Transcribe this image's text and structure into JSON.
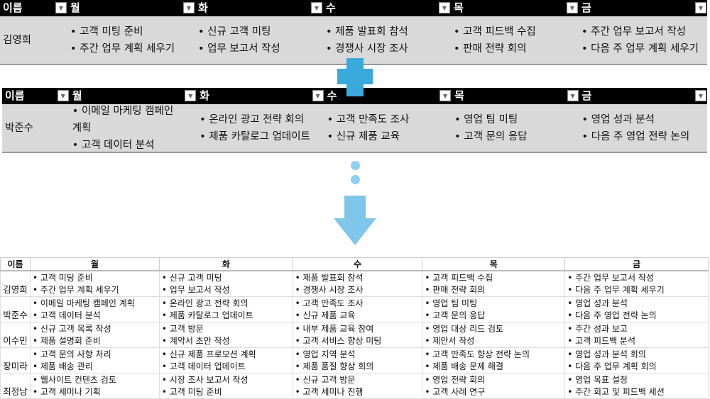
{
  "headers": [
    "이름",
    "월",
    "화",
    "수",
    "목",
    "금"
  ],
  "table1": {
    "name": "김영희",
    "cells": [
      [
        "• 고객 미팅 준비",
        "• 주간 업무 계획 세우기"
      ],
      [
        "• 신규 고객 미팅",
        "• 업무 보고서 작성"
      ],
      [
        "• 제품 발표회 참석",
        "• 경쟁사 시장 조사"
      ],
      [
        "• 고객 피드백 수집",
        "• 판매 전략 회의"
      ],
      [
        "• 주간 업무 보고서 작성",
        "• 다음 주 업무 계획 세우기"
      ]
    ]
  },
  "table2": {
    "name": "박준수",
    "cells": [
      [
        "• 이메일 마케팅 캠페인 계획",
        "• 고객 데이터 분석"
      ],
      [
        "• 온라인 광고 전략 회의",
        "• 제품 카탈로그 업데이트"
      ],
      [
        "• 고객 만족도 조사",
        "• 신규 제품 교육"
      ],
      [
        "• 영업 팀 미팅",
        "• 고객 문의 응답"
      ],
      [
        "• 영업 성과 분석",
        "• 다음 주 영업 전략 논의"
      ]
    ]
  },
  "icons": {
    "plus": "plus-icon",
    "dots": "ellipsis-icon",
    "arrow": "arrow-down-icon",
    "dropdown": "dropdown-arrow-icon"
  },
  "colors": {
    "accent": "#3aa9dc",
    "dots": "#8ed0ef",
    "arrow": "#7fc6ea"
  },
  "merged": {
    "rows": [
      {
        "name": "김영희",
        "cells": [
          [
            "• 고객 미팅 준비",
            "• 주간 업무 계획 세우기"
          ],
          [
            "• 신규 고객 미팅",
            "• 업무 보고서 작성"
          ],
          [
            "• 제품 발표회 참석",
            "• 경쟁사 시장 조사"
          ],
          [
            "• 고객 피드백 수집",
            "• 판매 전략 회의"
          ],
          [
            "• 주간 업무 보고서 작성",
            "• 다음 주 업무 계획 세우기"
          ]
        ]
      },
      {
        "name": "박준수",
        "cells": [
          [
            "• 이메일 마케팅 캠페인 계획",
            "• 고객 데이터 분석"
          ],
          [
            "• 온라인 광고 전략 회의",
            "• 제품 카탈로그 업데이트"
          ],
          [
            "• 고객 만족도 조사",
            "• 신규 제품 교육"
          ],
          [
            "• 영업 팀 미팅",
            "• 고객 문의 응답"
          ],
          [
            "• 영업 성과 분석",
            "• 다음 주 영업 전략 논의"
          ]
        ]
      },
      {
        "name": "이수민",
        "cells": [
          [
            "• 신규 고객 목록 작성",
            "• 제품 설명회 준비"
          ],
          [
            "• 고객 방문",
            "• 계약서 초안 작성"
          ],
          [
            "• 내부 제품 교육 참여",
            "• 고객 서비스 향상 미팅"
          ],
          [
            "• 영업 대상 리드 검토",
            "• 제안서 작성"
          ],
          [
            "• 주간 성과 보고",
            "• 고객 피드백 분석"
          ]
        ]
      },
      {
        "name": "장미라",
        "cells": [
          [
            "• 고객 문의 사항 처리",
            "• 제품 배송 관리"
          ],
          [
            "• 신규 제품 프로모션 계획",
            "• 고객 데이터 업데이트"
          ],
          [
            "• 영업 지역 분석",
            "• 제품 품질 향상 회의"
          ],
          [
            "• 고객 만족도 향상 전략 논의",
            "• 제품 배송 문제 해결"
          ],
          [
            "• 영업 성과 분석 회의",
            "• 다음 주 업무 계획 회의"
          ]
        ]
      },
      {
        "name": "최정남",
        "cells": [
          [
            "• 웹사이트 컨텐츠 검토",
            "• 고객 세미나 기획"
          ],
          [
            "• 시장 조사 보고서 작성",
            "• 고객 미팅 준비"
          ],
          [
            "• 신규 고객 방문",
            "• 고객 세미나 진행"
          ],
          [
            "• 영업 전략 회의",
            "• 고객 사례 연구"
          ],
          [
            "• 영업 목표 설정",
            "• 주간 회고 및 피드백 세션"
          ]
        ]
      }
    ]
  }
}
